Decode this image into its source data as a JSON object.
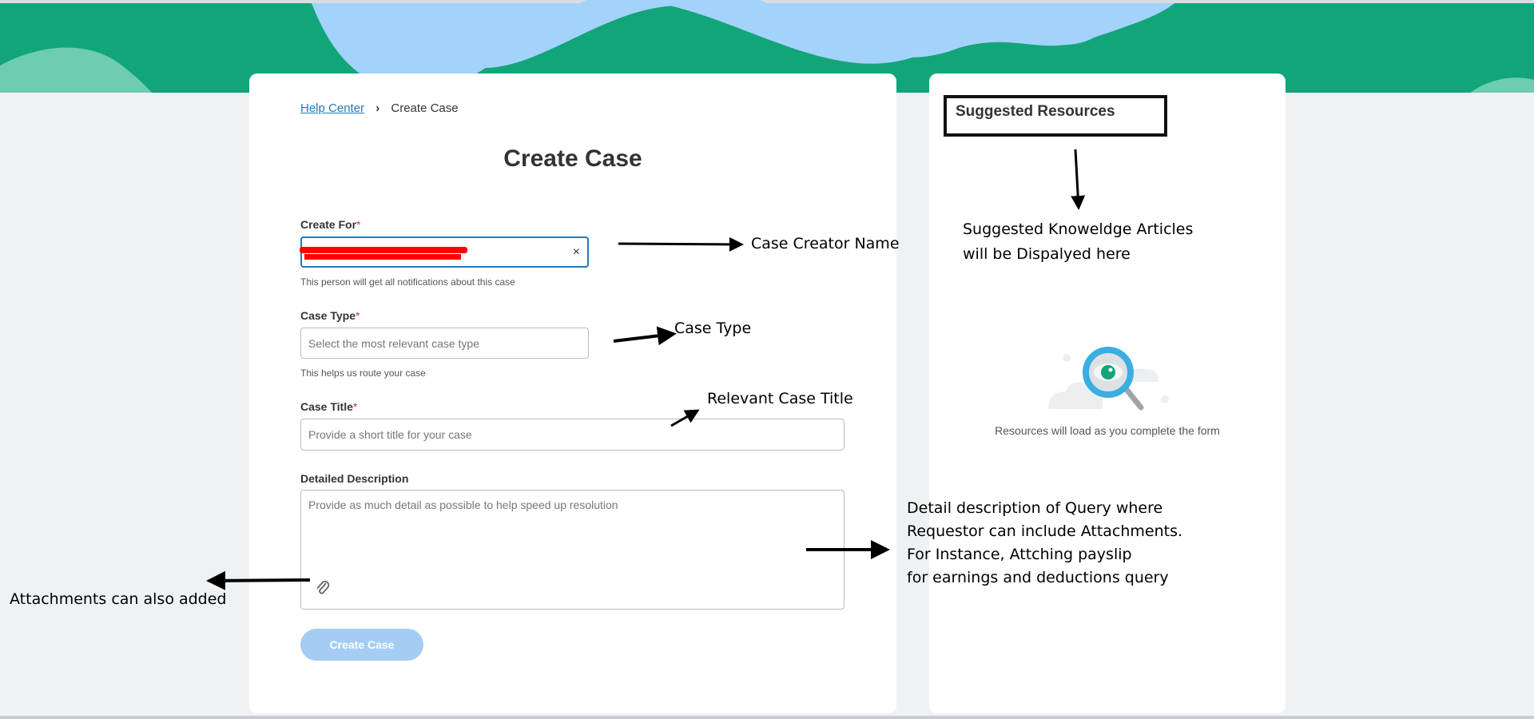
{
  "breadcrumb": {
    "home": "Help Center",
    "separator": "›",
    "current": "Create Case"
  },
  "form": {
    "title": "Create Case",
    "create_for": {
      "label": "Create For",
      "required": "*",
      "value": "",
      "help": "This person will get all notifications about this case",
      "clear": "×"
    },
    "case_type": {
      "label": "Case Type",
      "required": "*",
      "placeholder": "Select the most relevant case type",
      "help": "This helps us route your case"
    },
    "case_title": {
      "label": "Case Title",
      "required": "*",
      "placeholder": "Provide a short title for your case"
    },
    "description": {
      "label": "Detailed Description",
      "placeholder": "Provide as much detail as possible to help speed up resolution"
    },
    "submit": "Create Case"
  },
  "resources": {
    "title": "Suggested Resources",
    "empty": "Resources will load as you complete the form"
  },
  "annotations": {
    "creator": "Case Creator Name",
    "case_type": "Case Type",
    "case_title": "Relevant Case Title",
    "knowledge": [
      "Suggested Knoweldge Articles",
      "will be Dispalyed here"
    ],
    "description": [
      "Detail description of Query where",
      "Requestor can include Attachments.",
      "For Instance, Attching payslip",
      "for earnings and deductions query"
    ],
    "attachments": "Attachments can also added"
  },
  "colors": {
    "header": "#12a57a",
    "wave": "#a3d2fb",
    "button": "#a5cdf3",
    "link": "#1f7ab8"
  }
}
